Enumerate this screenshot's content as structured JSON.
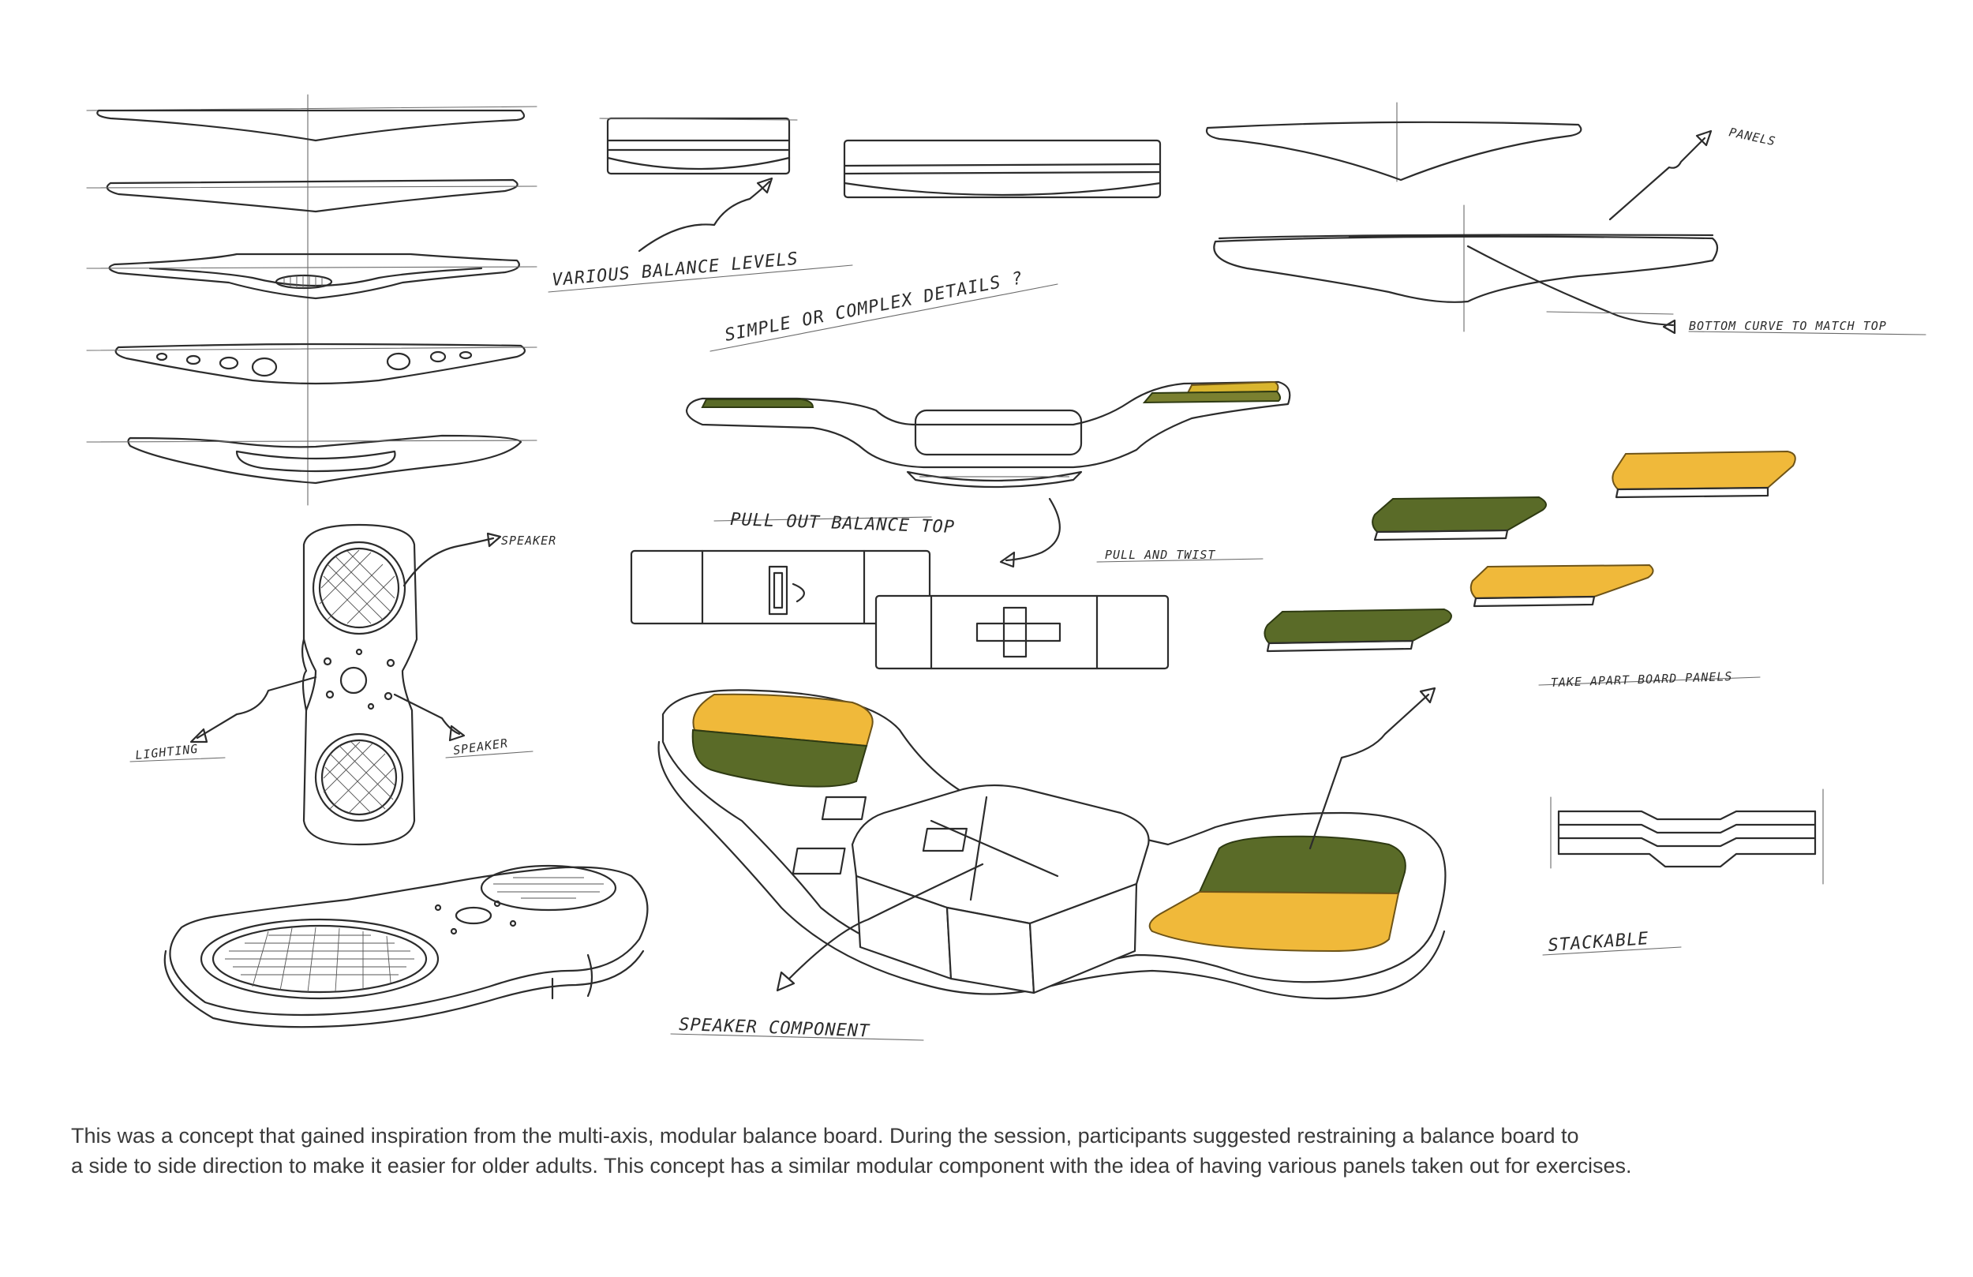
{
  "labels": {
    "various_balance_levels": "VARIOUS BALANCE LEVELS",
    "simple_or_complex": "SIMPLE OR COMPLEX DETAILS ?",
    "panels": "PANELS",
    "bottom_curve": "BOTTOM CURVE TO MATCH TOP",
    "pull_out_balance": "PULL OUT BALANCE TOP",
    "pull_and_twist": "PULL AND TWIST",
    "take_apart_panels": "TAKE APART BOARD PANELS",
    "stackable": "STACKABLE",
    "speaker_component": "SPEAKER COMPONENT",
    "speaker_top": "SPEAKER",
    "speaker_side": "SPEAKER",
    "lighting": "LIGHTING"
  },
  "caption": {
    "line1": "This was a concept that gained inspiration from the multi-axis, modular balance board. During the session, participants suggested restraining a balance board to",
    "line2": "a side to side direction to make it easier for older adults. This concept has a similar modular component with the idea of having various panels taken out for exercises."
  },
  "colors": {
    "panel_green": "#5a6b28",
    "panel_yellow": "#f0b93a",
    "ink": "#2c2c2c"
  }
}
